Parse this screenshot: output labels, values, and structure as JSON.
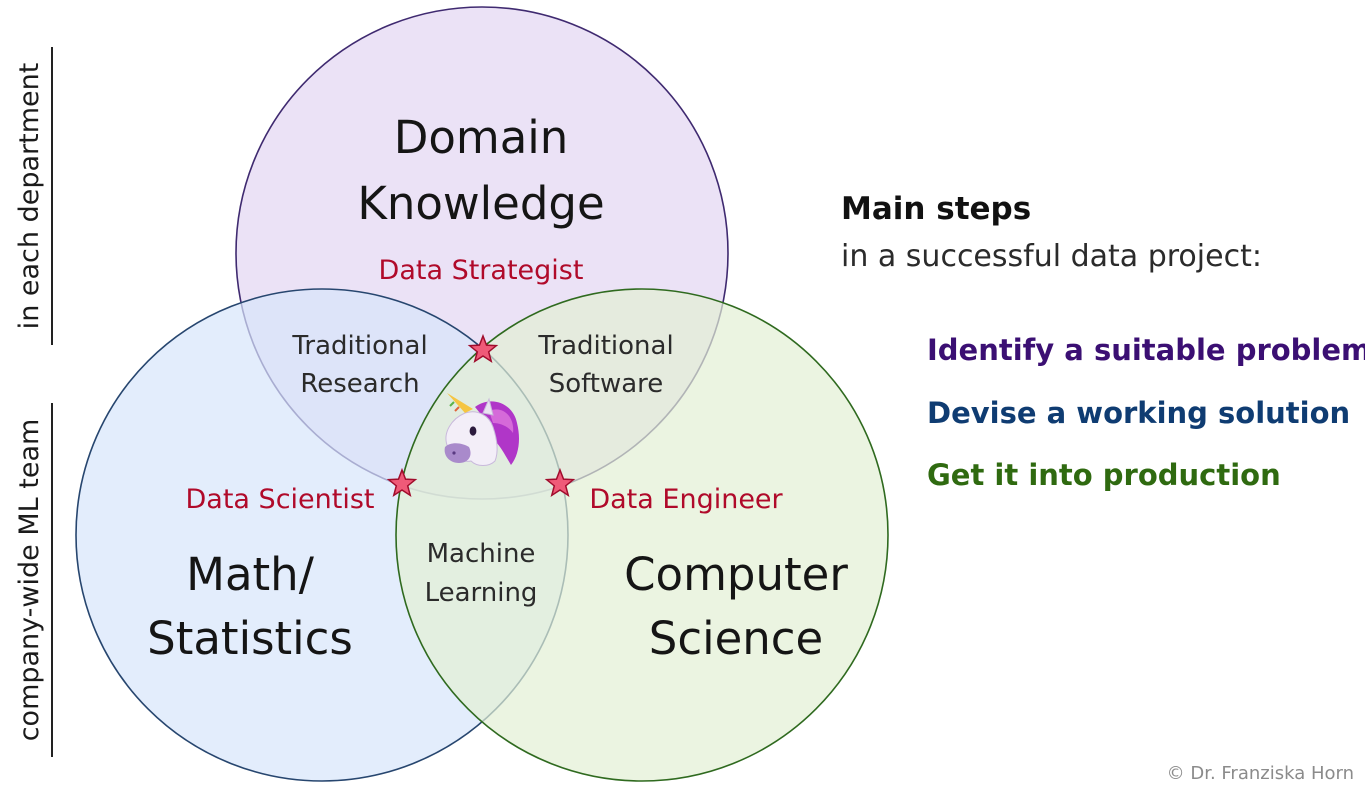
{
  "colors": {
    "domain_fill": "#e8ddf4",
    "domain_stroke": "#3f2a70",
    "math_fill": "#d7e6fb",
    "math_stroke": "#27466f",
    "cs_fill": "#e2efd4",
    "cs_stroke": "#2f6a1f",
    "role_text": "#b00a2a",
    "star_fill": "#ef5a78",
    "star_stroke": "#a00c2c",
    "step1": "#3b0f73",
    "step2": "#0f3c72",
    "step3": "#2f6a10"
  },
  "side_labels": {
    "top": "in each department",
    "bottom": "company-wide ML team"
  },
  "circles": {
    "domain": {
      "line1": "Domain",
      "line2": "Knowledge"
    },
    "math": {
      "line1": "Math/",
      "line2": "Statistics"
    },
    "cs": {
      "line1": "Computer",
      "line2": "Science"
    }
  },
  "overlaps": {
    "domain_math": {
      "line1": "Traditional",
      "line2": "Research"
    },
    "domain_cs": {
      "line1": "Traditional",
      "line2": "Software"
    },
    "math_cs": {
      "line1": "Machine",
      "line2": "Learning"
    },
    "center_icon": "unicorn-emoji"
  },
  "roles": {
    "strategist": "Data Strategist",
    "scientist": "Data Scientist",
    "engineer": "Data Engineer"
  },
  "steps": {
    "title": "Main steps",
    "subtitle": "in a successful data project:",
    "items": [
      "Identify a suitable problem",
      "Devise a working solution",
      "Get it into production"
    ]
  },
  "credit": "© Dr. Franziska Horn"
}
